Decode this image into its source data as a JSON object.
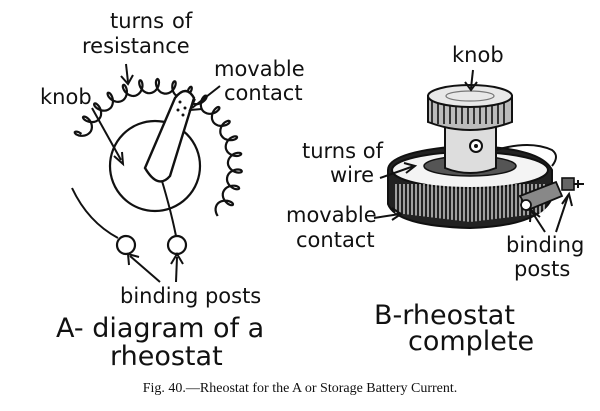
{
  "diagram_a": {
    "labels": {
      "turns_line1": "turns",
      "turns_line2": "of",
      "turns_line3": "resistance",
      "knob": "knob",
      "movable_line1": "movable",
      "movable_line2": "contact",
      "binding": "binding posts"
    },
    "title_line1": "A- diagram of a",
    "title_line2": "rheostat"
  },
  "diagram_b": {
    "labels": {
      "knob": "knob",
      "turns_line1": "turns of",
      "turns_line2": "wire",
      "movable_line1": "movable",
      "movable_line2": "contact",
      "binding_line1": "binding",
      "binding_line2": "posts"
    },
    "title_line1": "B-rheostat",
    "title_line2": "complete"
  },
  "caption": "Fig. 40.—Rheostat for the A or Storage Battery Current."
}
